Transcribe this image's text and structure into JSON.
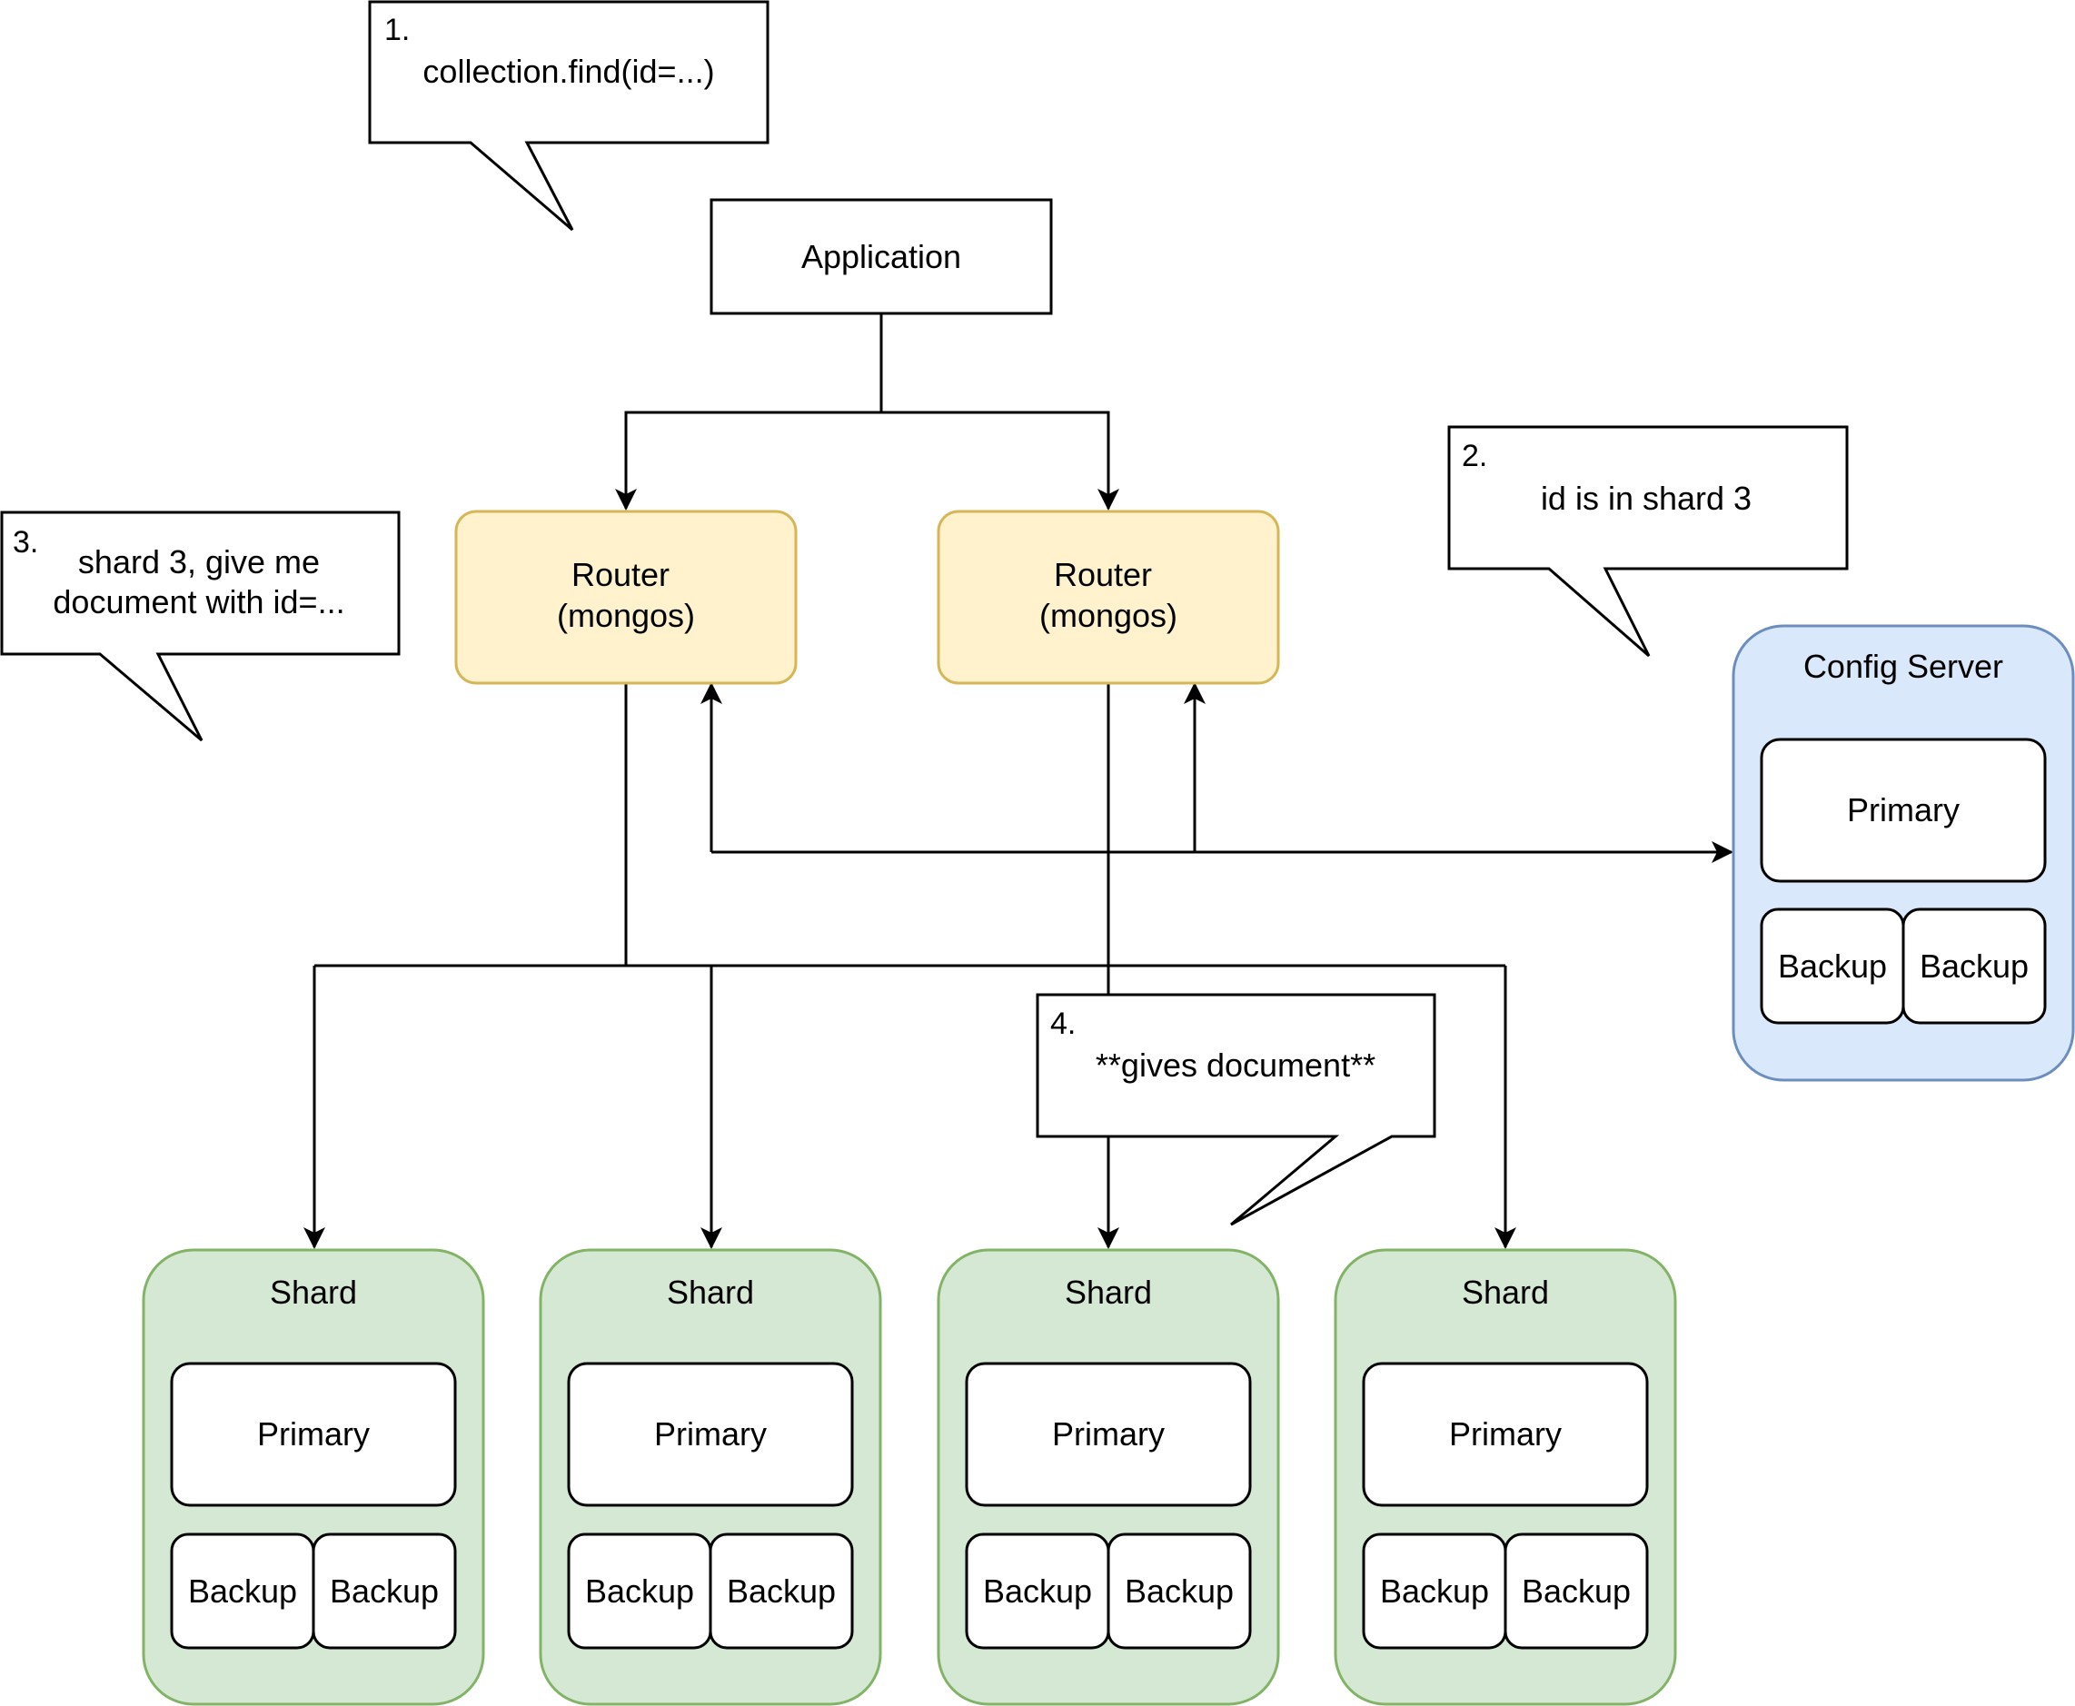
{
  "application": {
    "label": "Application"
  },
  "routers": [
    {
      "line1": "Router",
      "line2": "(mongos)"
    },
    {
      "line1": "Router",
      "line2": "(mongos)"
    }
  ],
  "config_server": {
    "title": "Config Server",
    "primary": "Primary",
    "backups": [
      "Backup",
      "Backup"
    ]
  },
  "shards": [
    {
      "title": "Shard",
      "primary": "Primary",
      "backups": [
        "Backup",
        "Backup"
      ]
    },
    {
      "title": "Shard",
      "primary": "Primary",
      "backups": [
        "Backup",
        "Backup"
      ]
    },
    {
      "title": "Shard",
      "primary": "Primary",
      "backups": [
        "Backup",
        "Backup"
      ]
    },
    {
      "title": "Shard",
      "primary": "Primary",
      "backups": [
        "Backup",
        "Backup"
      ]
    }
  ],
  "callouts": [
    {
      "number": "1.",
      "lines": [
        "collection.find(id=...)"
      ]
    },
    {
      "number": "2.",
      "lines": [
        "id is in shard 3"
      ]
    },
    {
      "number": "3.",
      "lines": [
        "shard 3, give me",
        "document with id=..."
      ]
    },
    {
      "number": "4.",
      "lines": [
        "**gives document**"
      ]
    }
  ],
  "colors": {
    "router_fill": "#fff2cc",
    "router_stroke": "#d6b656",
    "config_fill": "#dae8fc",
    "config_stroke": "#6c8ebf",
    "shard_fill": "#d5e8d4",
    "shard_stroke": "#82b366",
    "line": "#000000"
  }
}
